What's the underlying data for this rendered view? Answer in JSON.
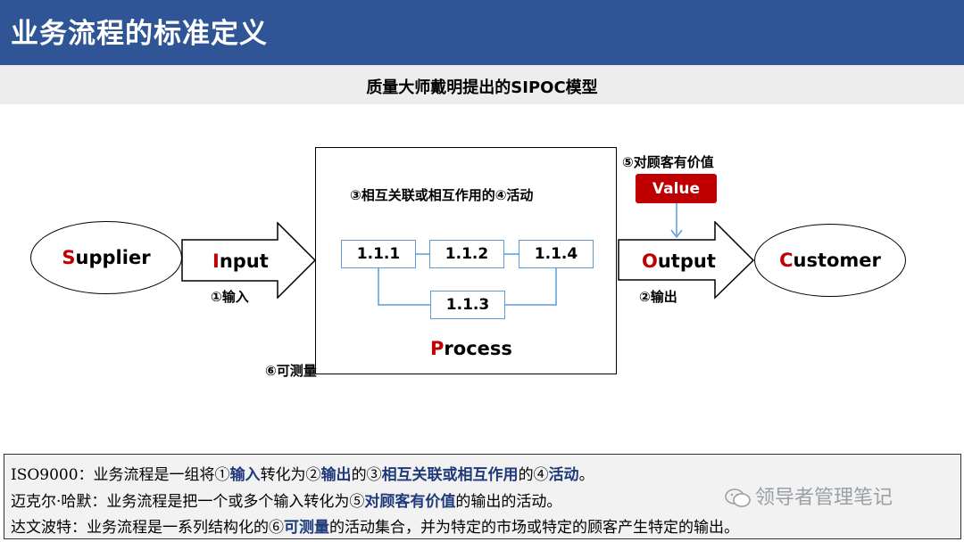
{
  "header": {
    "title": "业务流程的标准定义"
  },
  "subheader": {
    "title": "质量大师戴明提出的SIPOC模型"
  },
  "diagram": {
    "supplier": {
      "initial": "S",
      "rest": "upplier"
    },
    "input": {
      "initial": "I",
      "rest": "nput",
      "label": "①输入"
    },
    "process": {
      "initial": "P",
      "rest": "rocess",
      "caption": "③相互关联或相互作用的④活动",
      "steps": [
        "1.1.1",
        "1.1.2",
        "1.1.4",
        "1.1.3"
      ]
    },
    "output": {
      "initial": "O",
      "rest": "utput",
      "label": "②输出"
    },
    "customer": {
      "initial": "C",
      "rest": "ustomer"
    },
    "value": {
      "caption": "⑤对顾客有价值",
      "label": "Value"
    },
    "measurable": "⑥可测量"
  },
  "definitions": {
    "line1": {
      "p1": "ISO9000：业务流程是一组将①",
      "h1": "输入",
      "p2": "转化为②",
      "h2": "输出",
      "p3": "的③",
      "h3": "相互关联或相互作用",
      "p4": "的④",
      "h4": "活动",
      "p5": "。"
    },
    "line2": {
      "p1": "迈克尔·哈默：业务流程是把一个或多个输入转化为⑤",
      "h1": "对顾客有价值",
      "p2": "的输出的活动。"
    },
    "line3": {
      "p1": "达文波特：业务流程是一系列结构化的⑥",
      "h1": "可测量",
      "p2": "的活动集合，并为特定的市场或特定的顾客产生特定的输出。"
    }
  },
  "watermark": "领导者管理笔记",
  "colors": {
    "header_bg": "#2f5597",
    "accent_red": "#c00000",
    "step_border": "#5b9bd5",
    "value_arrow": "#5b9bd5"
  }
}
